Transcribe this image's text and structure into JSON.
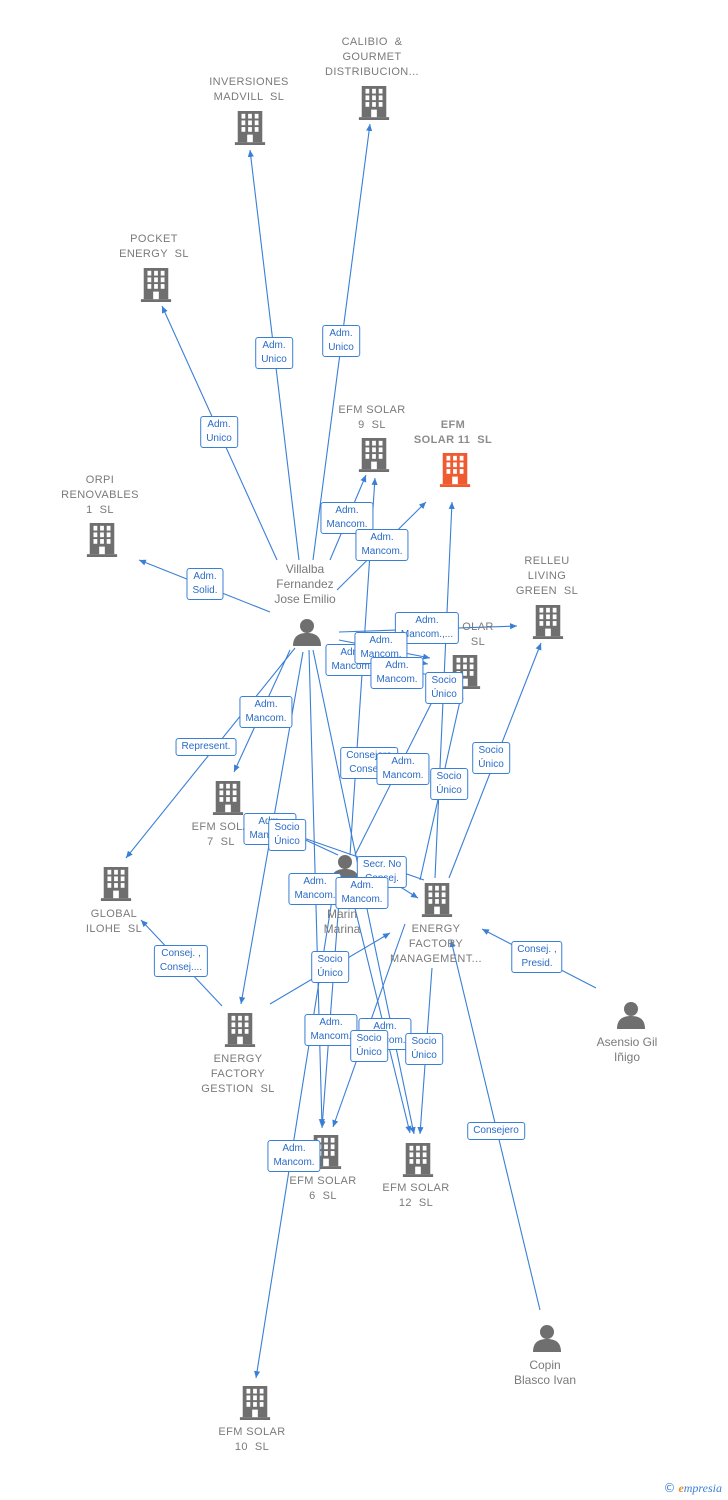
{
  "colors": {
    "edge": "#3a7fd6",
    "building": "#6f6f6f",
    "focus": "#f05a30",
    "person": "#6f6f6f"
  },
  "copyright": {
    "symbol": "©",
    "brand_initial": "e",
    "brand_rest": "mpresia"
  },
  "companies": [
    {
      "id": "inversiones",
      "label": "INVERSIONES\nMADVILL  SL",
      "focus": false
    },
    {
      "id": "calibio",
      "label": "CALIBIO  &\nGOURMET\nDISTRIBUCION...",
      "focus": false
    },
    {
      "id": "pocket",
      "label": "POCKET\nENERGY  SL",
      "focus": false
    },
    {
      "id": "efm9",
      "label": "EFM SOLAR\n9  SL",
      "focus": false
    },
    {
      "id": "efm11",
      "label": "EFM\nSOLAR 11  SL",
      "focus": true
    },
    {
      "id": "orpi",
      "label": "ORPI\nRENOVABLES\n1  SL",
      "focus": false
    },
    {
      "id": "relleu",
      "label": "RELLEU\nLIVING\nGREEN  SL",
      "focus": false
    },
    {
      "id": "efmx",
      "label": "OLAR\nSL",
      "focus": false
    },
    {
      "id": "efm7",
      "label": "EFM SOLA\n7  SL",
      "focus": false
    },
    {
      "id": "global",
      "label": "GLOBAL\nILOHE  SL",
      "focus": false
    },
    {
      "id": "efmanag",
      "label": "ENERGY\nFACTORY\nMANAGEMENT...",
      "focus": false
    },
    {
      "id": "efgest",
      "label": "ENERGY\nFACTORY\nGESTION  SL",
      "focus": false
    },
    {
      "id": "efm6",
      "label": "EFM SOLAR\n6  SL",
      "focus": false
    },
    {
      "id": "efm12",
      "label": "EFM SOLAR\n12  SL",
      "focus": false
    },
    {
      "id": "efm10",
      "label": "EFM SOLAR\n10  SL",
      "focus": false
    }
  ],
  "persons": [
    {
      "id": "villalba",
      "label": "Villalba\nFernandez\nJose Emilio"
    },
    {
      "id": "marin",
      "label": "Marin\nMarina"
    },
    {
      "id": "asensio",
      "label": "Asensio Gil\nIñigo"
    },
    {
      "id": "copin",
      "label": "Copin\nBlasco Ivan"
    }
  ],
  "relations": [
    {
      "id": "r1",
      "from": "villalba",
      "to": "inversiones",
      "label": "Adm.\nUnico"
    },
    {
      "id": "r2",
      "from": "villalba",
      "to": "calibio",
      "label": "Adm.\nUnico"
    },
    {
      "id": "r3",
      "from": "villalba",
      "to": "pocket",
      "label": "Adm.\nUnico"
    },
    {
      "id": "r4",
      "from": "villalba",
      "to": "orpi",
      "label": "Adm.\nSolid."
    },
    {
      "id": "r5",
      "from": "villalba",
      "to": "efm9",
      "label": "Adm.\nMancom."
    },
    {
      "id": "r6",
      "from": "villalba",
      "to": "efm11",
      "label": "Adm.\nMancom."
    },
    {
      "id": "r7",
      "from": "villalba",
      "to": "relleu",
      "label": "Adm.\nMancom.,..."
    },
    {
      "id": "r8",
      "from": "villalba",
      "to": "efmx",
      "label": "Adm.\nMancom."
    },
    {
      "id": "r9",
      "from": "villalba",
      "to": "efmx",
      "label": "Adm.\nMancom."
    },
    {
      "id": "r10",
      "from": "villalba",
      "to": "efmx",
      "label": "Adm.\nMancom."
    },
    {
      "id": "r11",
      "from": "villalba",
      "to": "efm7",
      "label": "Adm.\nMancom."
    },
    {
      "id": "r12",
      "from": "villalba",
      "to": "global",
      "label": "Represent."
    },
    {
      "id": "r13",
      "from": "efmanag",
      "to": "efmx",
      "label": "Socio\nÚnico"
    },
    {
      "id": "r14",
      "from": "efmanag",
      "to": "relleu",
      "label": "Socio\nÚnico"
    },
    {
      "id": "r15",
      "from": "efmanag",
      "to": "efm11",
      "label": "Socio\nÚnico"
    },
    {
      "id": "r16",
      "from": "marin",
      "to": "efm9",
      "label": "Consejero\nConsej..."
    },
    {
      "id": "r17",
      "from": "marin",
      "to": "efmx",
      "label": "Adm.\nMancom."
    },
    {
      "id": "r18",
      "from": "marin",
      "to": "efm7",
      "label": "Adm.\nMancom."
    },
    {
      "id": "r19",
      "from": "efmanag",
      "to": "efm7",
      "label": "Socio\nÚnico"
    },
    {
      "id": "r20",
      "from": "marin",
      "to": "efmanag",
      "label": "Secr. No\nConsej."
    },
    {
      "id": "r21",
      "from": "marin",
      "to": "efm6",
      "label": "Adm.\nMancom."
    },
    {
      "id": "r22",
      "from": "marin",
      "to": "efm12",
      "label": "Adm.\nMancom."
    },
    {
      "id": "r23",
      "from": "efgest",
      "to": "global",
      "label": "Consej. ,\nConsej...."
    },
    {
      "id": "r24",
      "from": "efgest",
      "to": "efmanag",
      "label": "Socio\nÚnico"
    },
    {
      "id": "r25",
      "from": "asensio",
      "to": "efmanag",
      "label": "Consej. ,\nPresid."
    },
    {
      "id": "r26",
      "from": "villalba",
      "to": "efm6",
      "label": "Adm.\nMancom."
    },
    {
      "id": "r27",
      "from": "villalba",
      "to": "efm12",
      "label": "Adm.\nMancom."
    },
    {
      "id": "r28",
      "from": "efmanag",
      "to": "efm6",
      "label": "Socio\nÚnico"
    },
    {
      "id": "r29",
      "from": "efmanag",
      "to": "efm12",
      "label": "Socio\nÚnico"
    },
    {
      "id": "r30",
      "from": "copin",
      "to": "efmanag",
      "label": "Consejero"
    },
    {
      "id": "r31",
      "from": "marin",
      "to": "efm10",
      "label": "Adm.\nMancom."
    },
    {
      "id": "r32",
      "from": "villalba",
      "to": "efgest",
      "label": ""
    }
  ]
}
